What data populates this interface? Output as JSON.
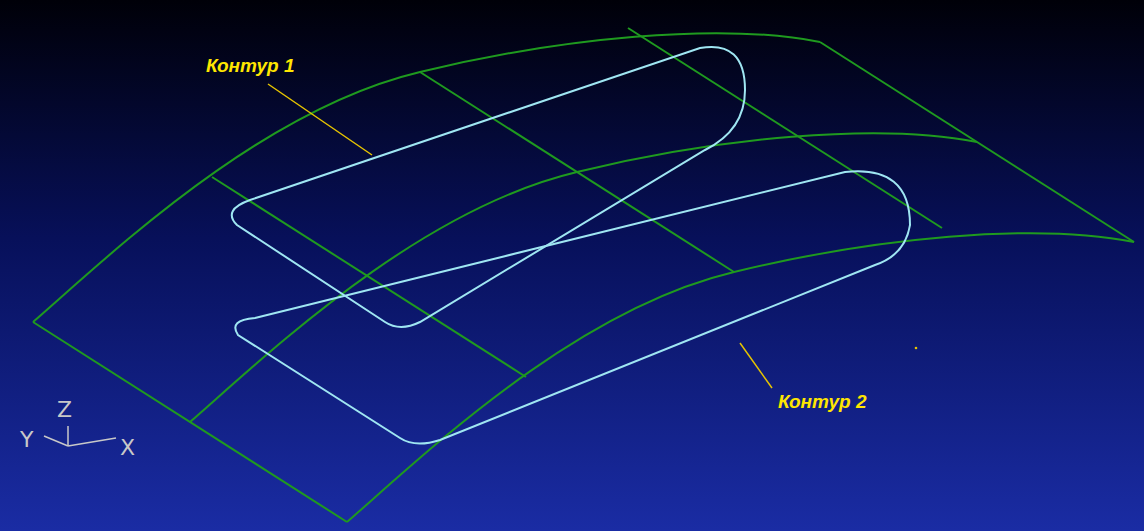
{
  "diagram": {
    "labels": [
      "Контур 1",
      "Контур 2",
      "Z",
      "Y",
      "X"
    ]
  }
}
